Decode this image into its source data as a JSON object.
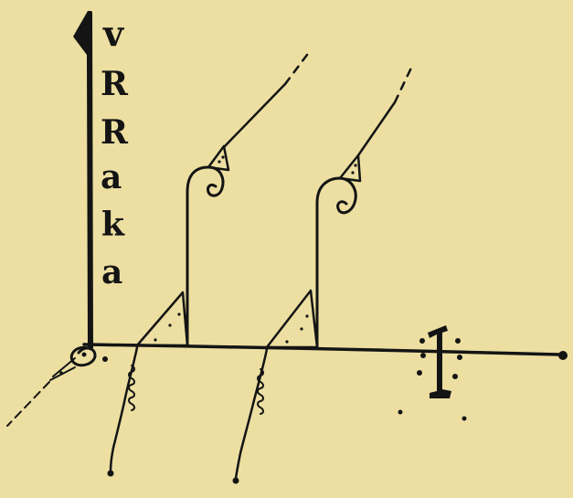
{
  "figure": {
    "background_color": "#ecdfa1",
    "ink_color": "#141414",
    "vertical_letters": [
      "v",
      "R",
      "R",
      "a",
      "k",
      "a"
    ]
  }
}
